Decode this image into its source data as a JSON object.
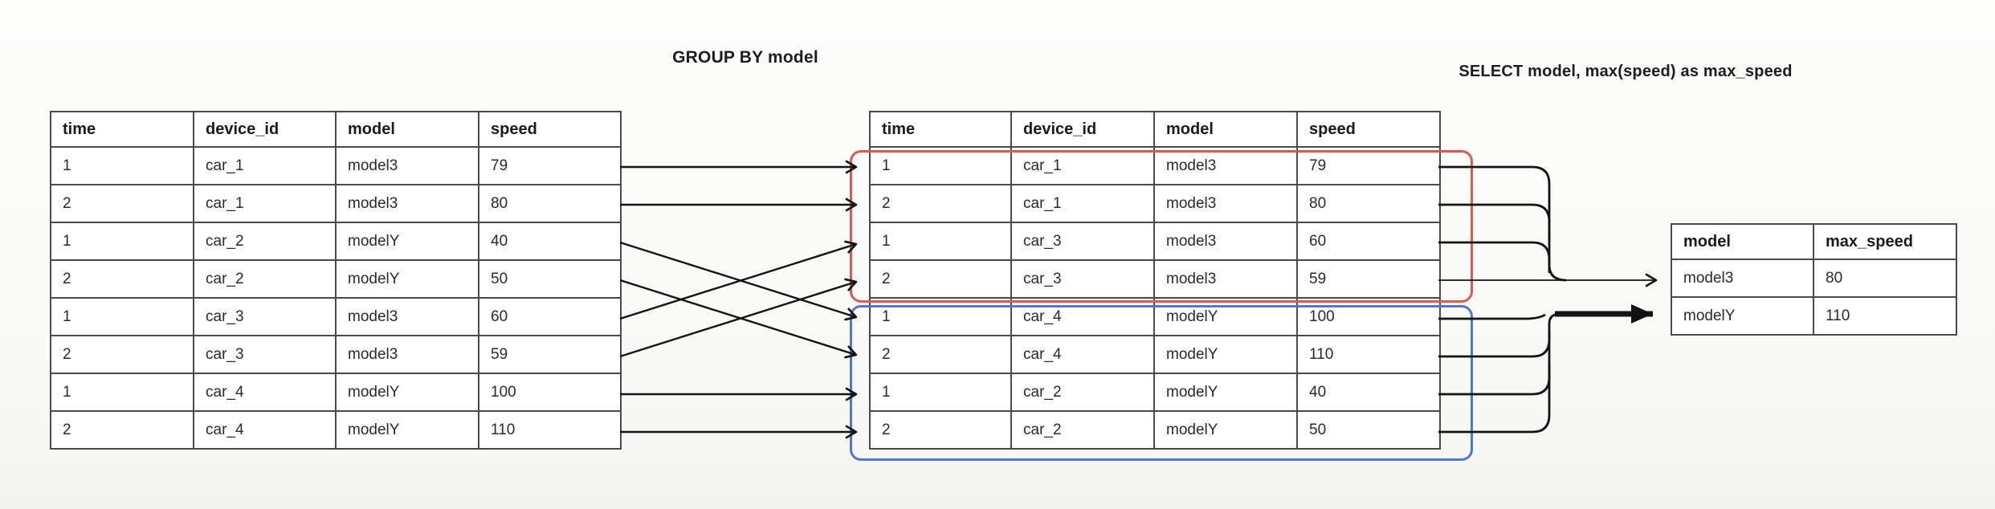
{
  "titles": {
    "group_by": "GROUP BY model",
    "select": "SELECT model, max(speed) as max_speed"
  },
  "colors": {
    "model3": "#d9534f",
    "modelY": "#4a7dd4",
    "red_box": "#df5951",
    "blue_box": "#4f78d2",
    "arrow": "#141414",
    "table_border": "#4a4a4a"
  },
  "icons": {
    "arrowhead_open": "chevron-right-arrowhead",
    "arrowhead_solid": "solid-triangle-arrowhead"
  },
  "source_table": {
    "headers": [
      "time",
      "device_id",
      "model",
      "speed"
    ],
    "rows": [
      [
        "1",
        "car_1",
        "model3",
        "79"
      ],
      [
        "2",
        "car_1",
        "model3",
        "80"
      ],
      [
        "1",
        "car_2",
        "modelY",
        "40"
      ],
      [
        "2",
        "car_2",
        "modelY",
        "50"
      ],
      [
        "1",
        "car_3",
        "model3",
        "60"
      ],
      [
        "2",
        "car_3",
        "model3",
        "59"
      ],
      [
        "1",
        "car_4",
        "modelY",
        "100"
      ],
      [
        "2",
        "car_4",
        "modelY",
        "110"
      ]
    ]
  },
  "grouped_table": {
    "headers": [
      "time",
      "device_id",
      "model",
      "speed"
    ],
    "rows": [
      [
        "1",
        "car_1",
        "model3",
        "79"
      ],
      [
        "2",
        "car_1",
        "model3",
        "80"
      ],
      [
        "1",
        "car_3",
        "model3",
        "60"
      ],
      [
        "2",
        "car_3",
        "model3",
        "59"
      ],
      [
        "1",
        "car_4",
        "modelY",
        "100"
      ],
      [
        "2",
        "car_4",
        "modelY",
        "110"
      ],
      [
        "1",
        "car_2",
        "modelY",
        "40"
      ],
      [
        "2",
        "car_2",
        "modelY",
        "50"
      ]
    ],
    "groups": [
      {
        "model": "model3",
        "row_count": 4,
        "box_color": "#df5951"
      },
      {
        "model": "modelY",
        "row_count": 4,
        "box_color": "#4f78d2"
      }
    ]
  },
  "result_table": {
    "headers": [
      "model",
      "max_speed"
    ],
    "rows": [
      [
        "model3",
        "80"
      ],
      [
        "modelY",
        "110"
      ]
    ]
  }
}
